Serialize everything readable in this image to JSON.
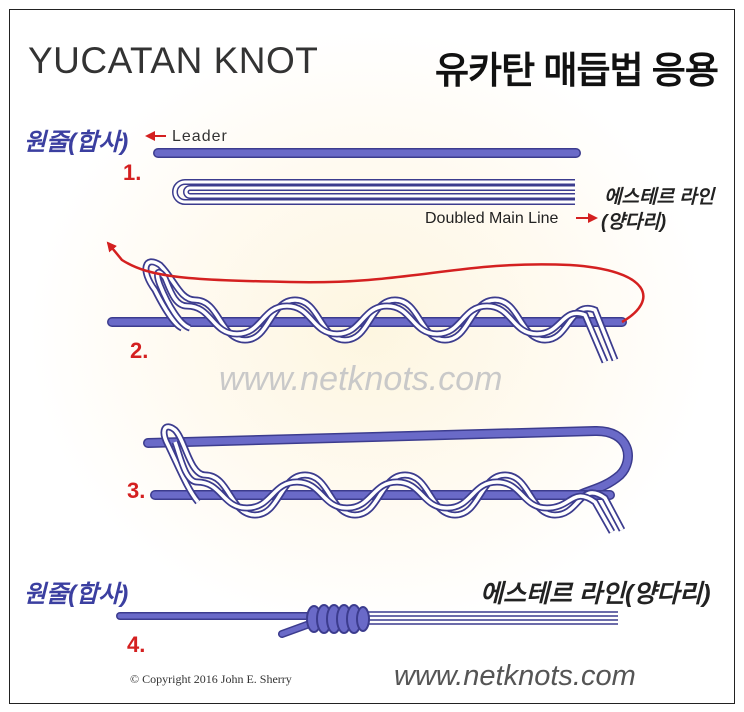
{
  "title_en": "YUCATAN KNOT",
  "title_ko": "유카탄 매듭법 응용",
  "leader_ko_top": "원줄(합사)",
  "leader_label": "Leader",
  "main_line_ko_top": "에스테르 라인",
  "main_line_label": "Doubled Main Line",
  "main_line_ko_top_paren": "(양다리)",
  "steps": [
    "1.",
    "2.",
    "3.",
    "4."
  ],
  "watermark_mid": "www.netknots.com",
  "leader_ko_bottom": "원줄(합사)",
  "main_line_ko_bottom": "에스테르 라인(양다리)",
  "copyright": "©  Copyright  2016  John E. Sherry",
  "watermark_bottom": "www.netknots.com",
  "colors": {
    "line": "#6a6ac8",
    "line_dark": "#3c3c8e",
    "arrow": "#d42020",
    "title_blue": "#3b3fa0"
  }
}
